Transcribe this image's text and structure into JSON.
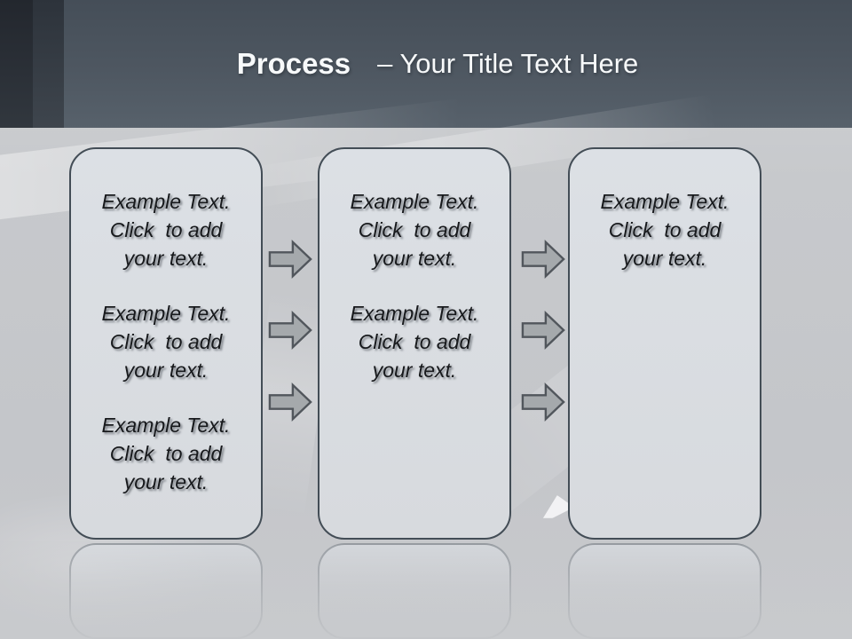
{
  "header": {
    "title_bold": "Process",
    "title_rest": "– Your Title Text Here"
  },
  "boxes": [
    {
      "paragraphs": [
        {
          "lines": [
            "Example Text.",
            "Click  to add",
            "your text."
          ]
        },
        {
          "lines": [
            "Example Text.",
            "Click  to add",
            "your text."
          ]
        },
        {
          "lines": [
            "Example Text.",
            "Click  to add",
            "your text."
          ]
        }
      ]
    },
    {
      "paragraphs": [
        {
          "lines": [
            "Example Text.",
            "Click  to add",
            "your text."
          ]
        },
        {
          "lines": [
            "Example Text.",
            "Click  to add",
            "your text."
          ]
        }
      ]
    },
    {
      "paragraphs": [
        {
          "lines": [
            "Example Text.",
            "Click  to add",
            "your text."
          ]
        }
      ]
    }
  ],
  "icons": {
    "flow_arrow": "arrow-right-icon"
  },
  "colors": {
    "header_top": "#454e58",
    "header_bottom": "#57616b",
    "edge_strip_dark": "#23272e",
    "edge_strip_mid": "#2d333b",
    "body_background": "#c7c9cc",
    "box_fill": "#dadee3",
    "box_border": "#434d56",
    "arrow_fill": "#a5a9ac",
    "arrow_border": "#51565c",
    "body_text": "#17191c",
    "title_text": "#f7f9fa"
  }
}
